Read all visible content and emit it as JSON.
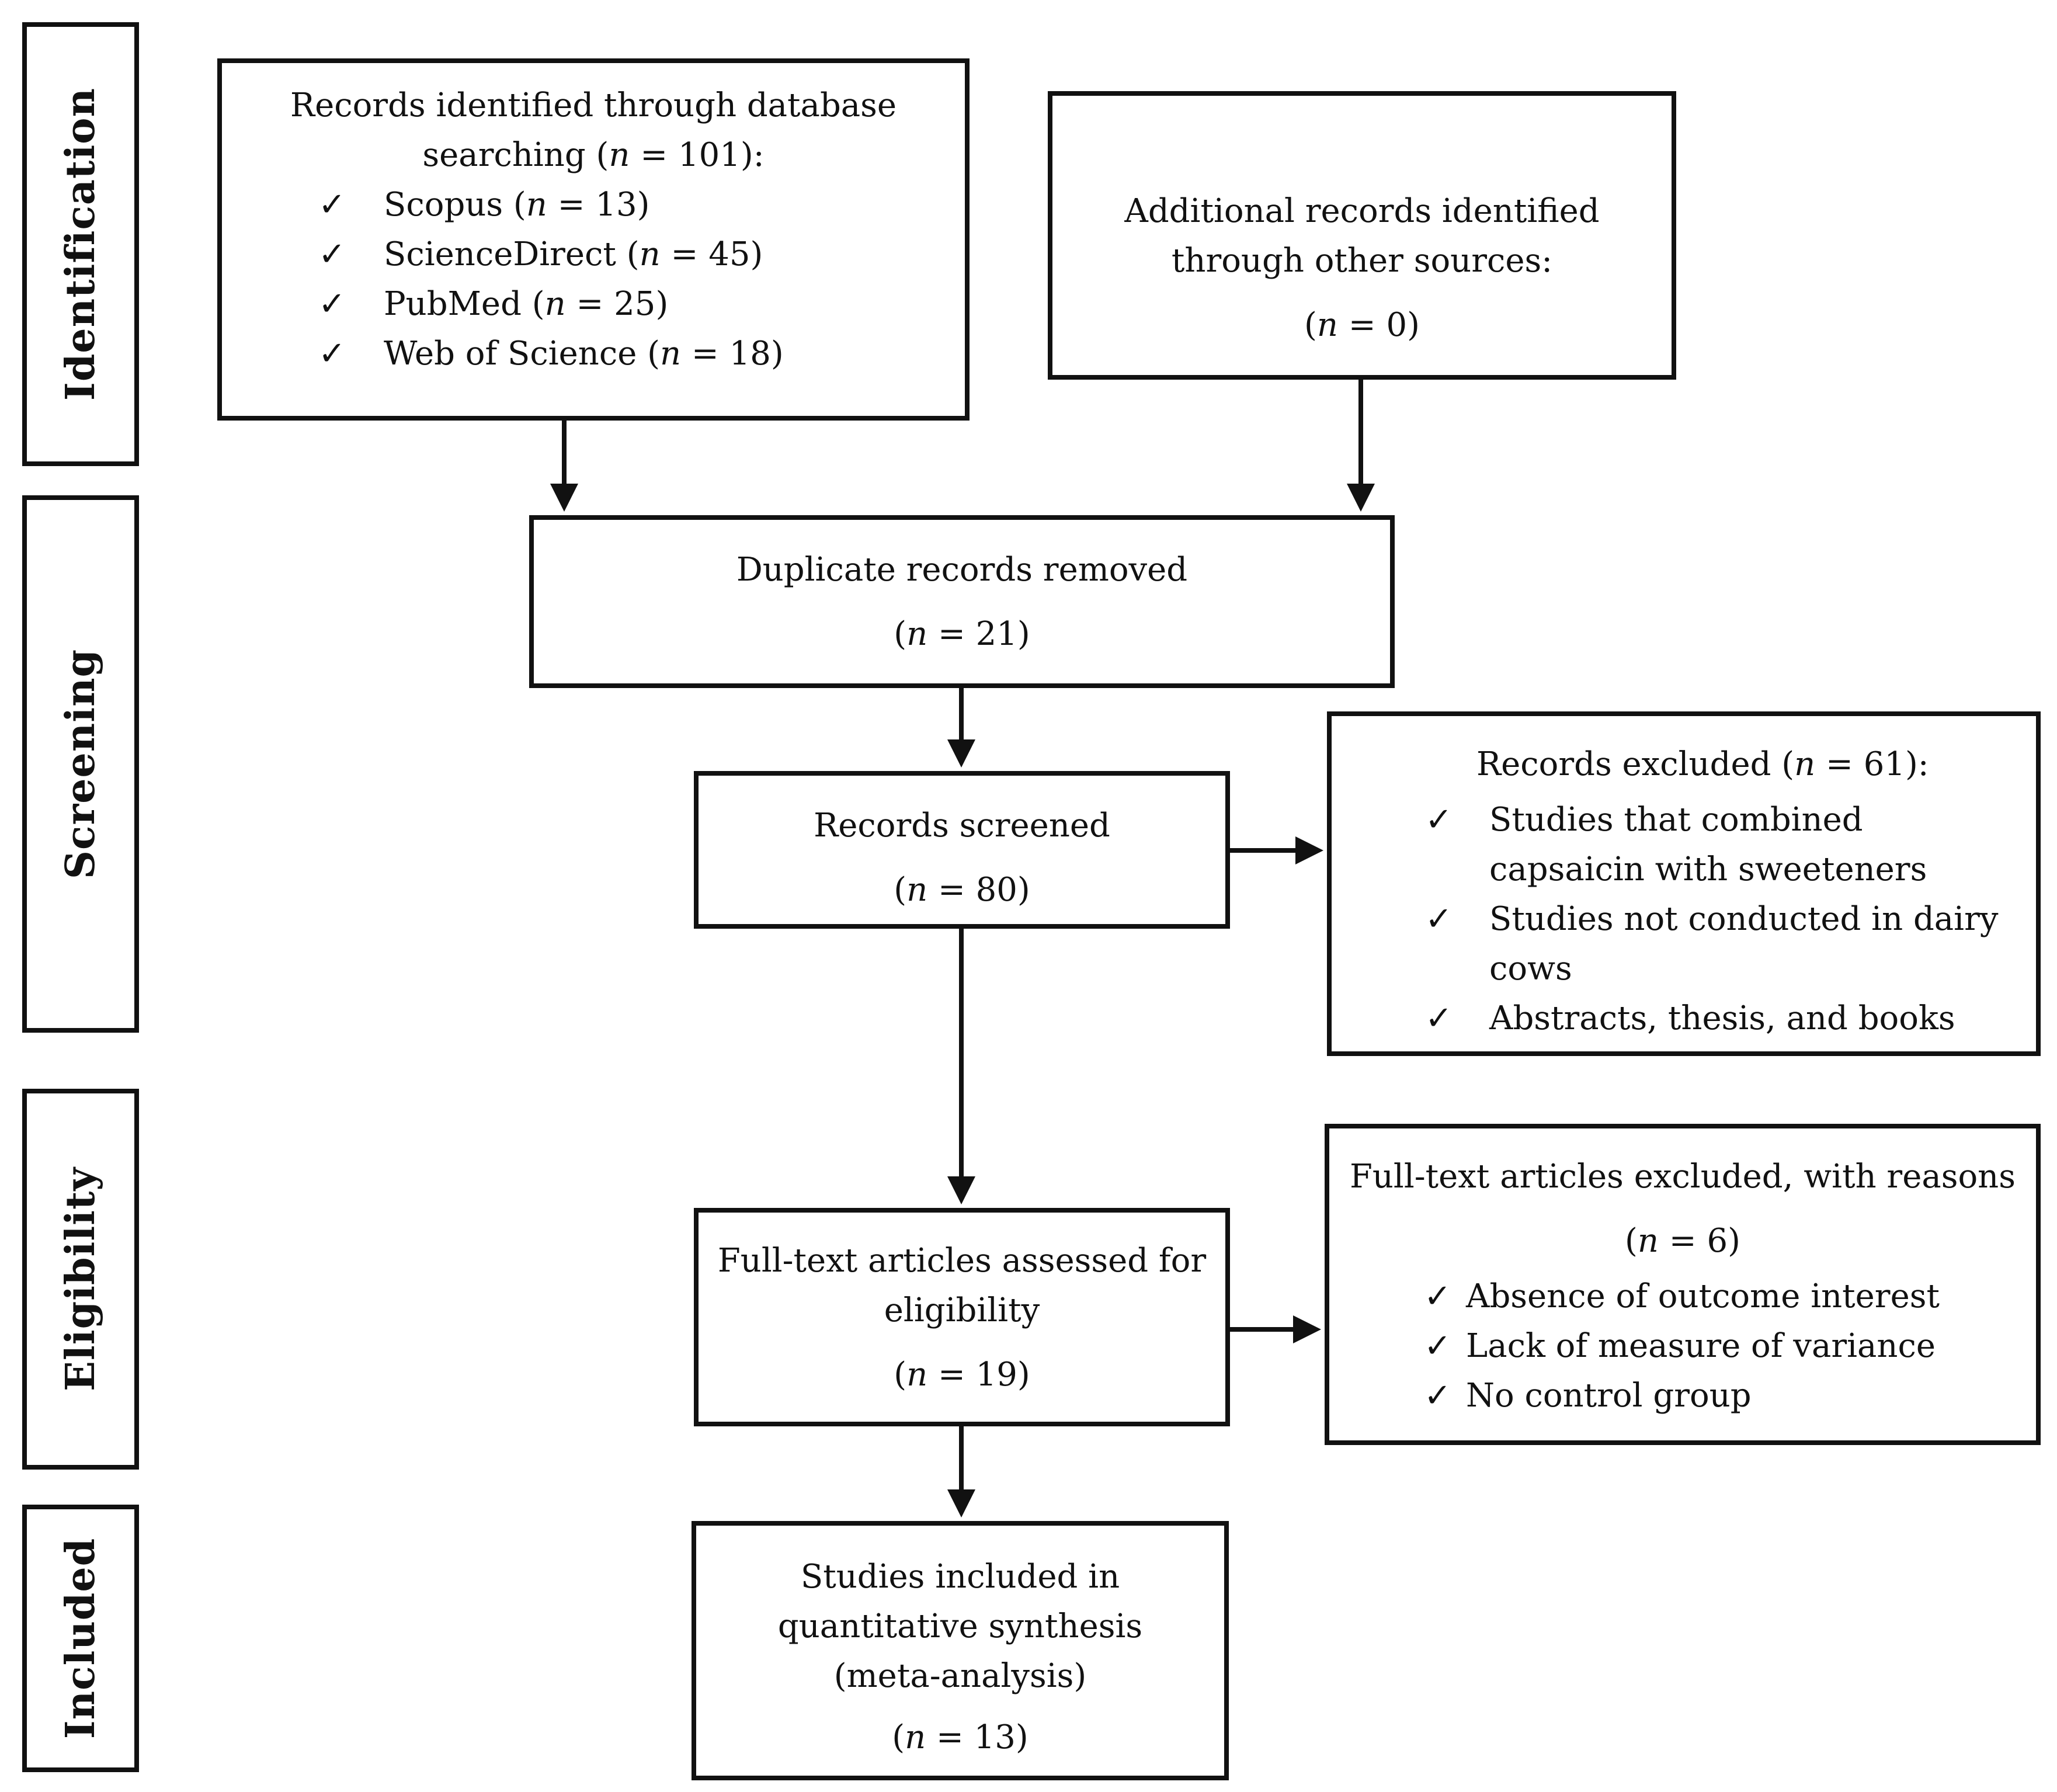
{
  "stages": {
    "identification": "Identification",
    "screening": "Screening",
    "eligibility": "Eligibility",
    "included": "Included"
  },
  "identified": {
    "line1": "Records identified through database",
    "line2_pre": "searching (",
    "n_symbol": "n",
    "line2_val": " = 101):",
    "sources": [
      {
        "check": "✓",
        "name": "Scopus (",
        "n": "n",
        "val": " = 13)"
      },
      {
        "check": "✓",
        "name": "ScienceDirect (",
        "n": "n",
        "val": " = 45)"
      },
      {
        "check": "✓",
        "name": "PubMed (",
        "n": "n",
        "val": " = 25)"
      },
      {
        "check": "✓",
        "name": "Web of Science (",
        "n": "n",
        "val": " = 18)"
      }
    ]
  },
  "additional": {
    "line1": "Additional records identified",
    "line2": "through other sources:",
    "count_pre": "(",
    "n": "n",
    "count_val": " = 0)"
  },
  "duplicates": {
    "line1": "Duplicate records removed",
    "count_pre": "(",
    "n": "n",
    "count_val": " = 21)"
  },
  "screened": {
    "line1": "Records screened",
    "count_pre": "(",
    "n": "n",
    "count_val": " = 80)"
  },
  "excluded": {
    "title_pre": "Records excluded (",
    "n": "n",
    "title_val": " = 61):",
    "items": [
      {
        "check": "✓",
        "line1": "Studies that combined",
        "line2": "capsaicin with sweeteners"
      },
      {
        "check": "✓",
        "line1": "Studies not conducted in dairy",
        "line2": "cows"
      },
      {
        "check": "✓",
        "line1": "Abstracts, thesis, and books",
        "line2": ""
      }
    ]
  },
  "fulltext": {
    "line1": "Full-text articles assessed for",
    "line2": "eligibility",
    "count_pre": "(",
    "n": "n",
    "count_val": " = 19)"
  },
  "fulltext_excluded": {
    "title": "Full-text articles excluded, with reasons",
    "count_pre": "(",
    "n": "n",
    "count_val": " = 6)",
    "items": [
      {
        "check": "✓",
        "label": "Absence of outcome interest"
      },
      {
        "check": "✓",
        "label": "Lack of measure of variance"
      },
      {
        "check": "✓",
        "label": "No control group"
      }
    ]
  },
  "included": {
    "line1": "Studies included in",
    "line2": "quantitative synthesis",
    "line3": "(meta-analysis)",
    "count_pre": "(",
    "n": "n",
    "count_val": " = 13)"
  }
}
